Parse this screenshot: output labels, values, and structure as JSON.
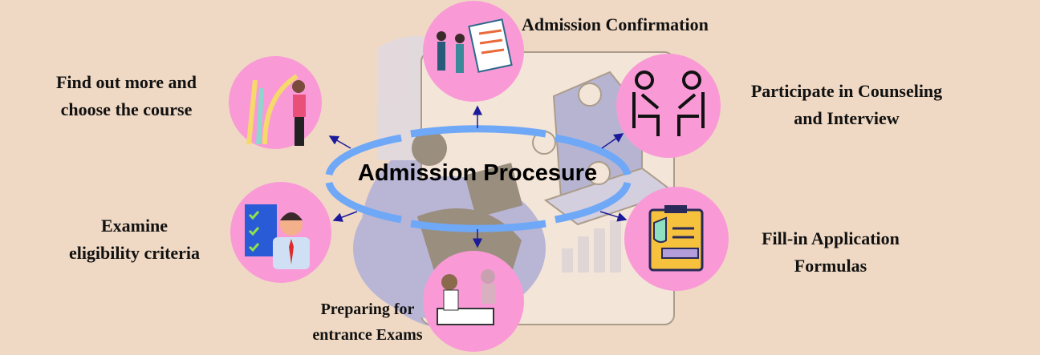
{
  "title": "Admission Procesure",
  "steps": [
    {
      "label_l1": "Find out more and",
      "label_l2": "choose the course",
      "icon": "course-choice-icon"
    },
    {
      "label_l1": "Admission Confirmation",
      "label_l2": "",
      "icon": "handshake-checklist-icon"
    },
    {
      "label_l1": "Participate in Counseling",
      "label_l2": "and Interview",
      "icon": "interview-icon"
    },
    {
      "label_l1": "Fill-in Application",
      "label_l2": "Formulas",
      "icon": "application-form-icon"
    },
    {
      "label_l1": "Preparing for",
      "label_l2": "entrance Exams",
      "icon": "exam-students-icon"
    },
    {
      "label_l1": "Examine",
      "label_l2": "eligibility criteria",
      "icon": "eligibility-checklist-icon"
    }
  ],
  "colors": {
    "background": "#f0d9c4",
    "circle": "#f99ad6",
    "ring": "#6ea8f7",
    "arrow": "#1a1a9a"
  }
}
